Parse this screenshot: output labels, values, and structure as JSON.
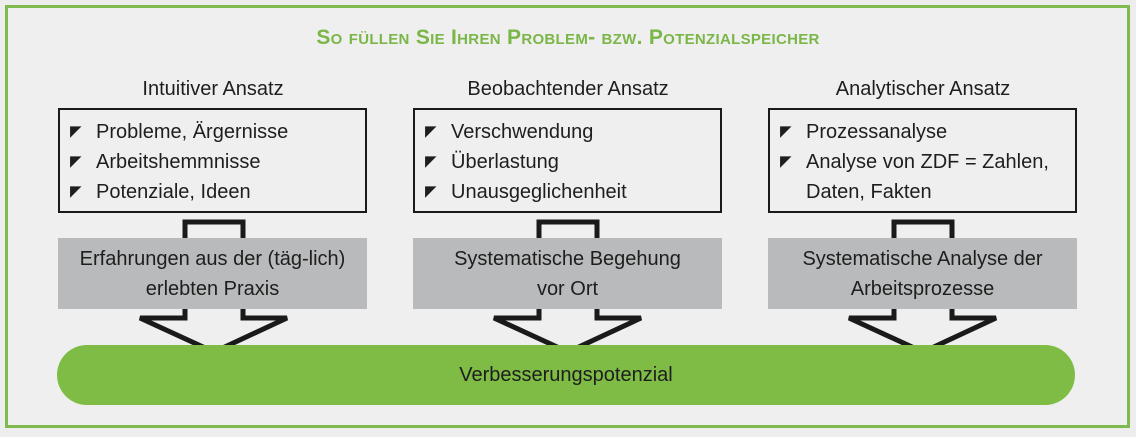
{
  "title": "So füllen Sie Ihren Problem- bzw. Potenzialspeicher",
  "columns": [
    {
      "heading": "Intuitiver Ansatz",
      "items": [
        "Probleme, Ärgernisse",
        "Arbeitshemmnisse",
        "Potenziale, Ideen"
      ],
      "source": "Erfahrungen aus der (täg-lich) erlebten Praxis"
    },
    {
      "heading": "Beobachtender Ansatz",
      "items": [
        "Verschwendung",
        "Überlastung",
        "Unausgeglichenheit"
      ],
      "source": "Systematische Begehung vor Ort"
    },
    {
      "heading": "Analytischer Ansatz",
      "items": [
        "Prozessanalyse",
        "Analyse von ZDF = Zahlen, Daten, Fakten"
      ],
      "source": "Systematische Analyse der Arbeitsprozesse"
    }
  ],
  "bullet_icon": "black-triangle-pointer",
  "result": "Verbesserungspotenzial",
  "colors": {
    "accent_green": "#7ab648",
    "gray_box": "#b9babb"
  }
}
